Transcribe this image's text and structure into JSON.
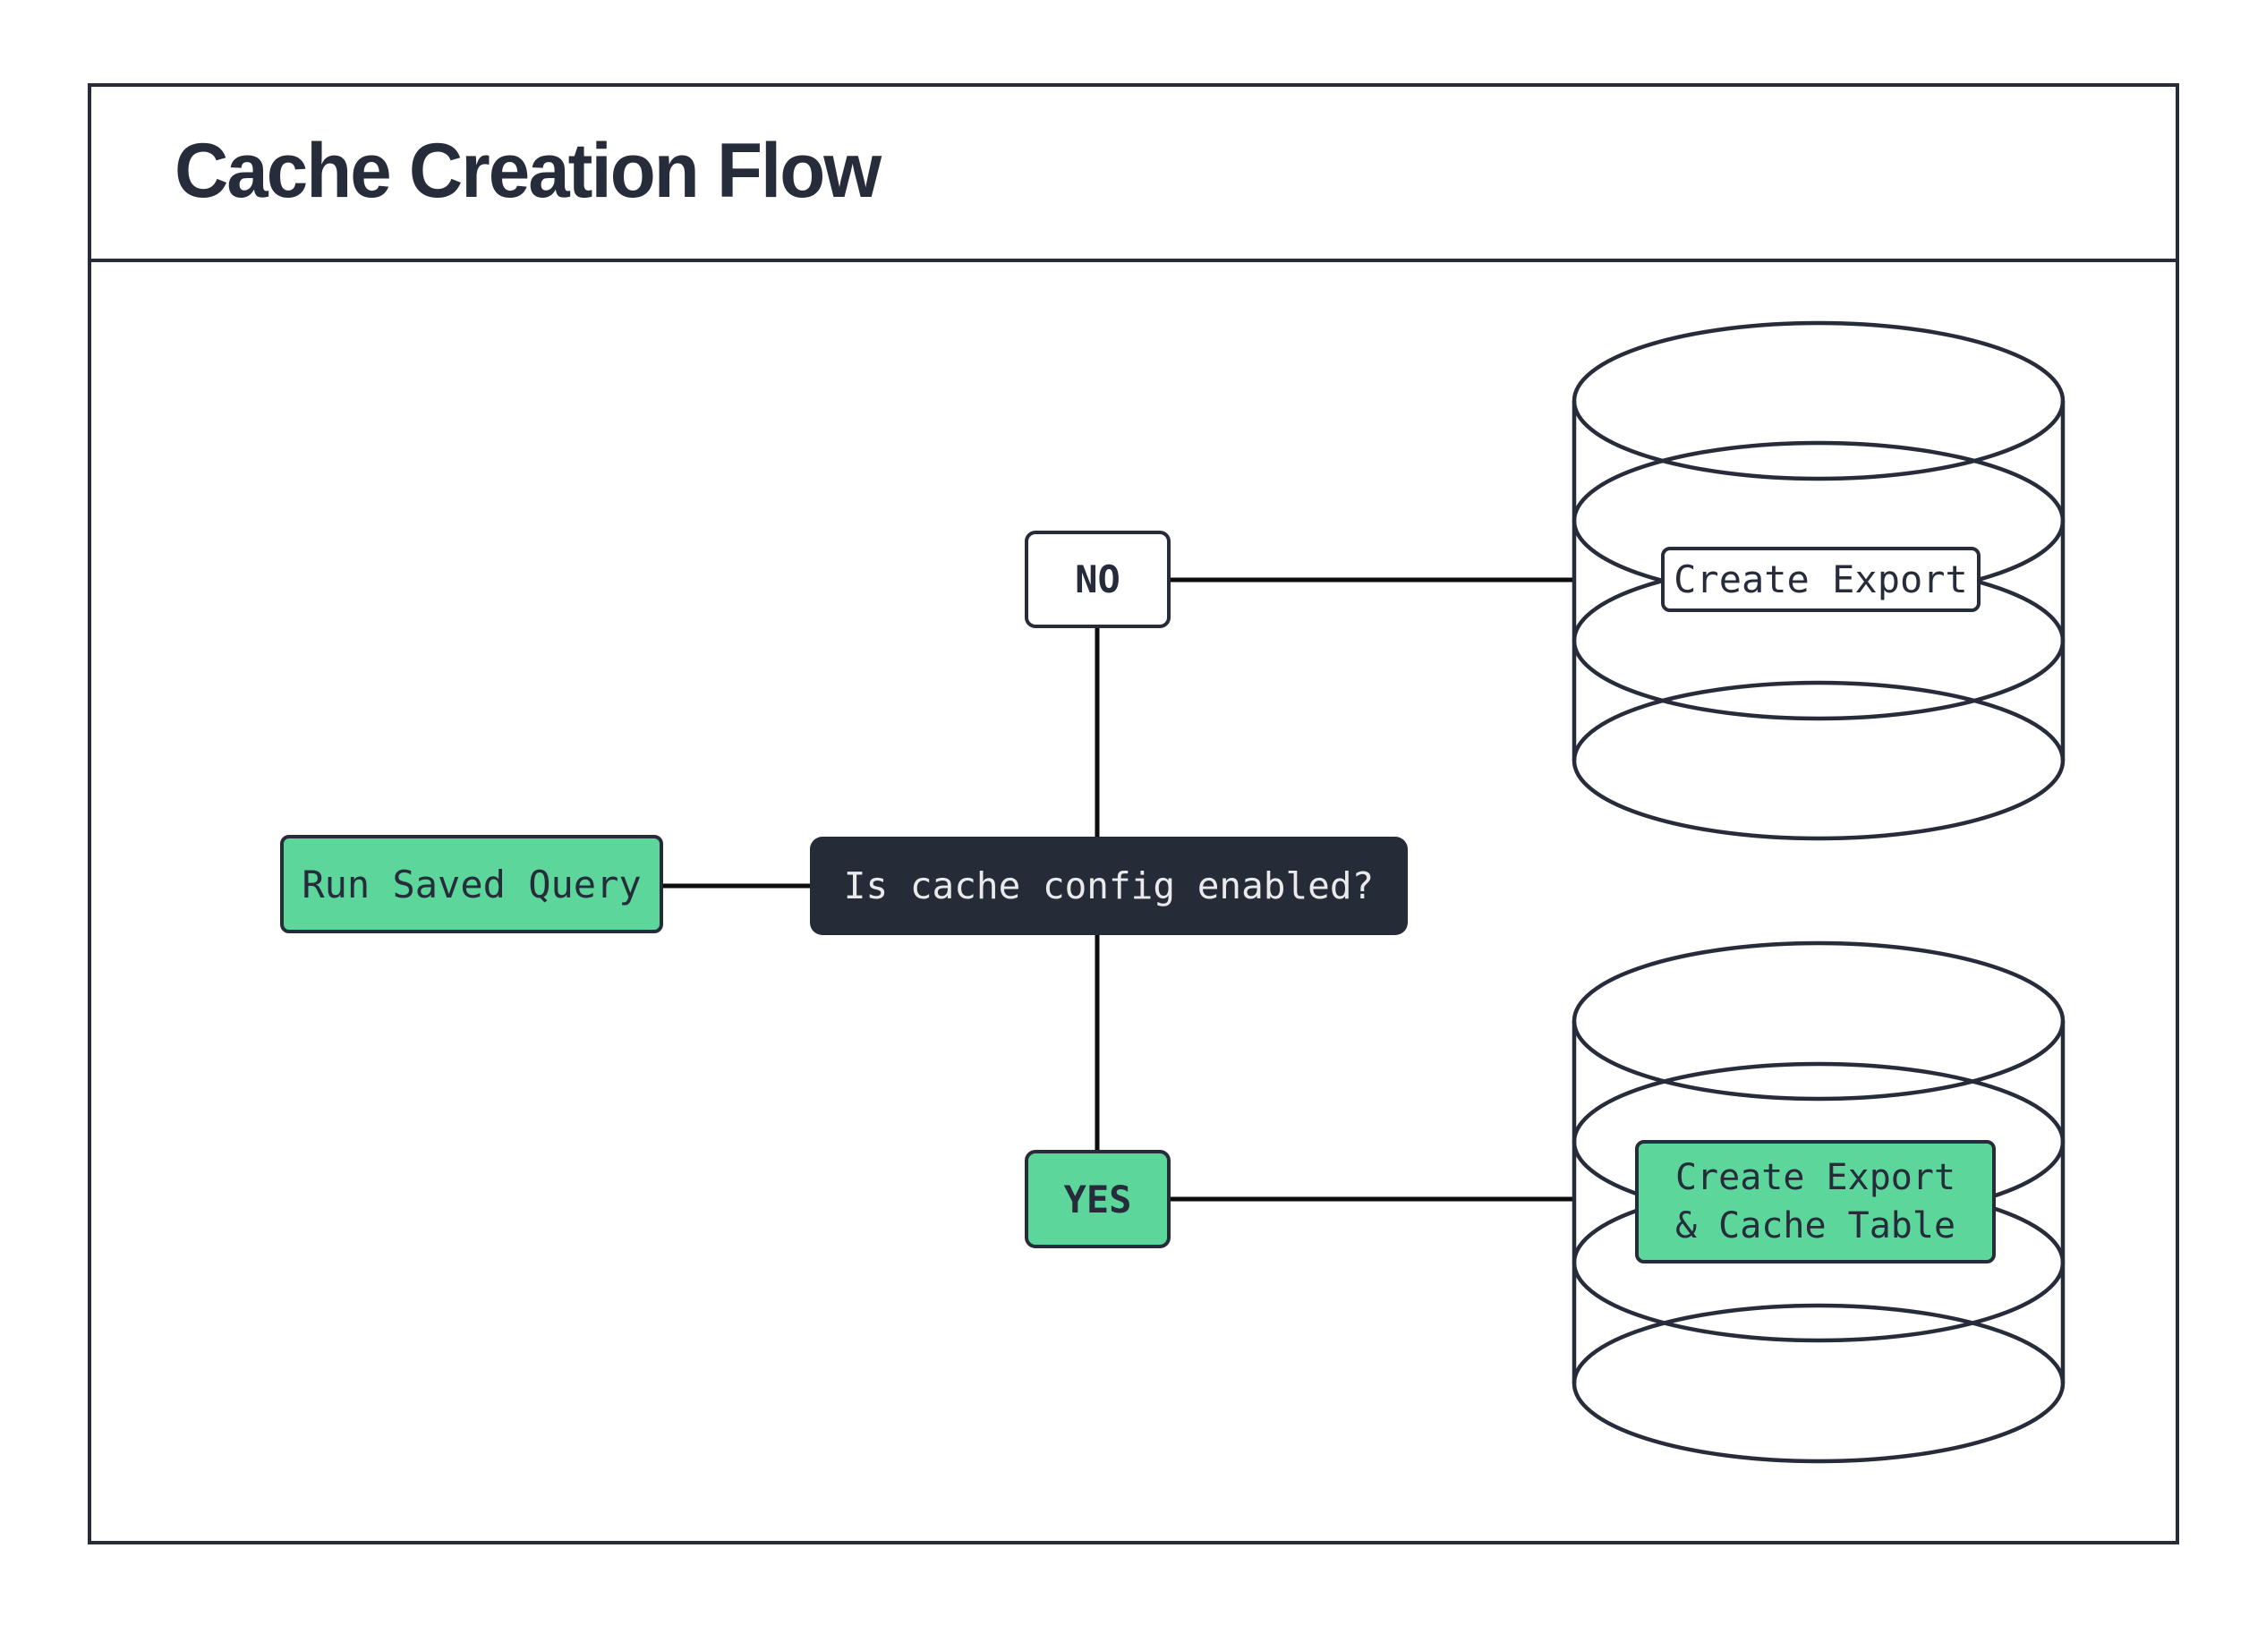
{
  "title": "Cache Creation Flow",
  "colors": {
    "ink": "#272c3b",
    "green": "#5cd69a",
    "dark-fill": "#262b38",
    "light-text": "#e9eaec",
    "line": "#0d0d0d",
    "bg": "#ffffff"
  },
  "nodes": {
    "run": {
      "label": "Run Saved Query"
    },
    "decision": {
      "label": "Is cache config enabled?"
    },
    "no": {
      "label": "NO"
    },
    "yes": {
      "label": "YES"
    },
    "export": {
      "label": "Create Export"
    },
    "export_cache": {
      "line1": "Create Export",
      "line2": "& Cache Table"
    }
  },
  "icons": {
    "no_branch_target": "database-icon",
    "yes_branch_target": "database-icon"
  }
}
